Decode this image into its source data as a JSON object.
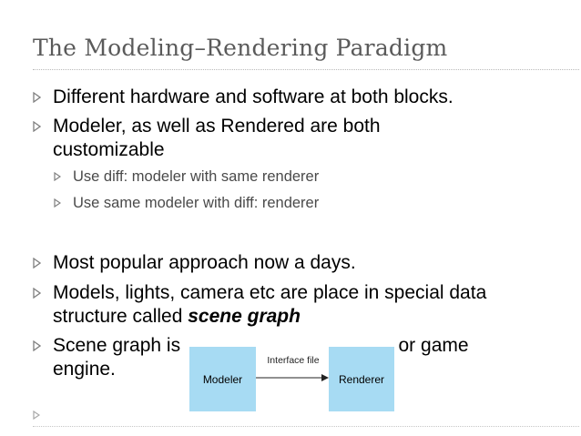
{
  "slide": {
    "title": "The Modeling–Rendering Paradigm",
    "bullets": [
      "Different hardware and software at both blocks.",
      "Modeler,  as well as Rendered are both",
      "customizable"
    ],
    "sub_bullets": [
      "Use diff: modeler with same renderer",
      "Use same modeler with diff: renderer"
    ],
    "bullets2": [
      "Most popular approach now a days.",
      "Models, lights, camera etc are place in special data",
      "structure called ",
      "scene graph",
      "Scene graph is",
      "er or game",
      "engine."
    ]
  },
  "diagram": {
    "left_box": "Modeler",
    "right_box": "Renderer",
    "edge_label": "Interface file",
    "box_color": "#a7dbf3"
  },
  "colors": {
    "title": "#5a5a5a",
    "bullet_marker": "#7f7f7f",
    "rule": "#b9b9b9"
  }
}
